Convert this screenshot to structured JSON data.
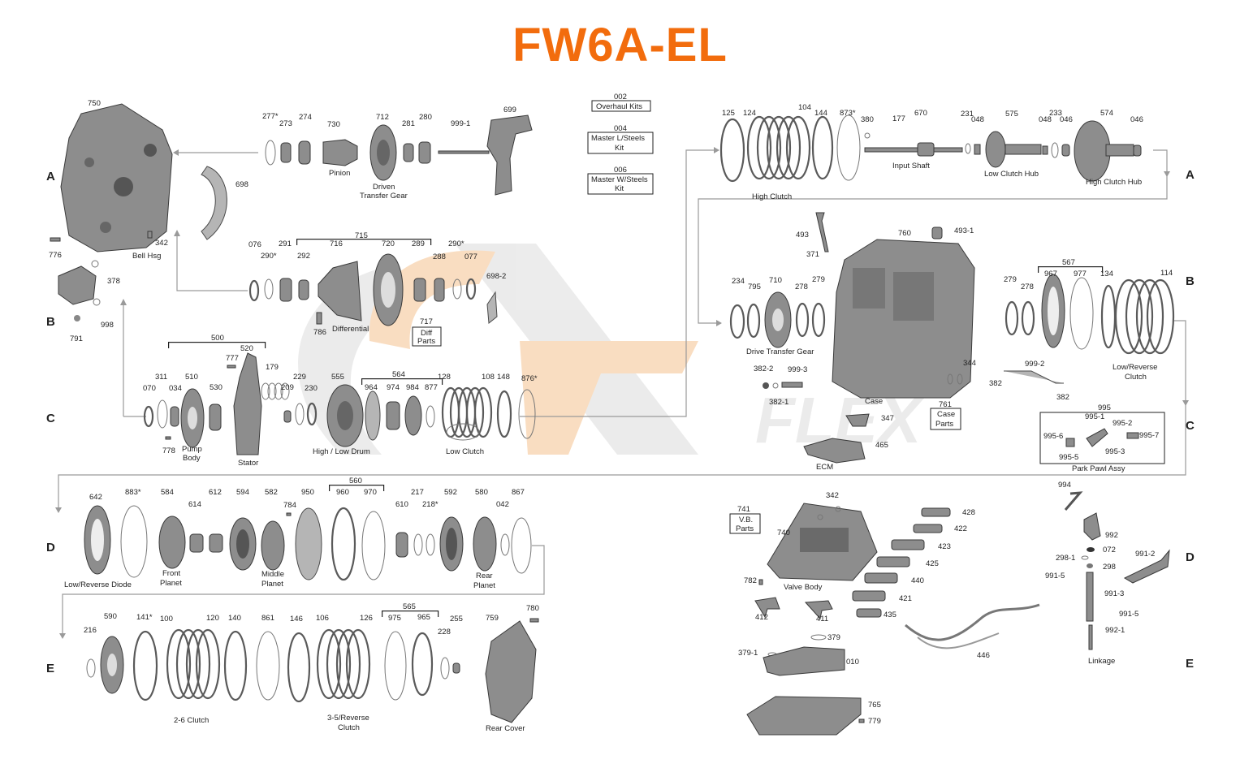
{
  "title": "FW6A-EL",
  "colors": {
    "title": "#f26c0d",
    "watermark_orange": "#f0a050",
    "watermark_gray": "#c8c8c8",
    "parts": "#8d8d8d",
    "flow_lines": "#9a9a9a"
  },
  "sections": [
    "A",
    "B",
    "C",
    "D",
    "E"
  ],
  "kits": [
    {
      "num": "002",
      "label": "Overhaul Kits"
    },
    {
      "num": "004",
      "label_line1": "Master L/Steels",
      "label_line2": "Kit"
    },
    {
      "num": "006",
      "label_line1": "Master W/Steels",
      "label_line2": "Kit"
    }
  ],
  "boxed_labels": {
    "diff_parts": {
      "num": "717",
      "line1": "Diff",
      "line2": "Parts"
    },
    "case_parts": {
      "num": "761",
      "line1": "Case",
      "line2": "Parts"
    },
    "vb_parts": {
      "num": "741",
      "line1": "V.B.",
      "line2": "Parts"
    },
    "park_pawl": {
      "num": "995",
      "label": "Park Pawl Assy",
      "items": [
        "995-1",
        "995-2",
        "995-3",
        "995-5",
        "995-6",
        "995-7"
      ]
    }
  },
  "group_labels": {
    "pinion": "Pinion",
    "driven_transfer_gear_1": "Driven",
    "driven_transfer_gear_2": "Transfer Gear",
    "bell_hsg": "Bell Hsg",
    "differential": "Differential",
    "pump_body_1": "Pump",
    "pump_body_2": "Body",
    "stator": "Stator",
    "high_low_drum": "High / Low Drum",
    "low_clutch": "Low Clutch",
    "high_clutch": "High Clutch",
    "input_shaft": "Input Shaft",
    "low_clutch_hub": "Low Clutch Hub",
    "high_clutch_hub": "High Clutch Hub",
    "drive_transfer_gear": "Drive Transfer Gear",
    "case": "Case",
    "ecm": "ECM",
    "low_reverse_clutch_1": "Low/Reverse",
    "low_reverse_clutch_2": "Clutch",
    "low_reverse_diode": "Low/Reverse Diode",
    "front_planet_1": "Front",
    "front_planet_2": "Planet",
    "middle_planet_1": "Middle",
    "middle_planet_2": "Planet",
    "rear_planet_1": "Rear",
    "rear_planet_2": "Planet",
    "valve_body": "Valve Body",
    "linkage": "Linkage",
    "clutch_2_6": "2-6 Clutch",
    "clutch_3_5_rev_1": "3-5/Reverse",
    "clutch_3_5_rev_2": "Clutch",
    "rear_cover": "Rear Cover"
  },
  "bracket_numbers": {
    "b715": "715",
    "b500": "500",
    "b564": "564",
    "b567": "567",
    "b560": "560",
    "b565": "565"
  },
  "part_numbers": {
    "row_a_left": [
      "750",
      "277*",
      "273",
      "274",
      "730",
      "712",
      "281",
      "280",
      "999-1",
      "699",
      "698",
      "342",
      "776"
    ],
    "row_b_left": [
      "378",
      "998",
      "791",
      "076",
      "290*",
      "291",
      "292",
      "716",
      "720",
      "289",
      "288",
      "290*",
      "077",
      "698-2",
      "786"
    ],
    "row_c_left": [
      "070",
      "311",
      "034",
      "510",
      "530",
      "778",
      "777",
      "520",
      "179",
      "209",
      "229",
      "230",
      "555",
      "964",
      "974",
      "984",
      "877",
      "128",
      "108",
      "148",
      "876*"
    ],
    "row_a_right": [
      "125",
      "124",
      "104",
      "144",
      "873*",
      "380",
      "177",
      "670",
      "231",
      "048",
      "575",
      "048",
      "233",
      "046",
      "574",
      "046"
    ],
    "row_b_right": [
      "493",
      "371",
      "760",
      "493-1",
      "234",
      "795",
      "710",
      "278",
      "279",
      "382-2",
      "999-3",
      "382-1",
      "344",
      "347",
      "465",
      "279",
      "278",
      "967",
      "977",
      "134",
      "114",
      "999-2",
      "382",
      "382"
    ],
    "row_d": [
      "642",
      "883*",
      "584",
      "614",
      "612",
      "594",
      "582",
      "784",
      "950",
      "960",
      "970",
      "610",
      "217",
      "218*",
      "592",
      "580",
      "042",
      "867"
    ],
    "row_e": [
      "216",
      "590",
      "141*",
      "100",
      "120",
      "140",
      "861",
      "146",
      "106",
      "126",
      "975",
      "965",
      "228",
      "255",
      "780",
      "759"
    ],
    "valve_body": [
      "342",
      "740",
      "428",
      "422",
      "423",
      "425",
      "440",
      "421",
      "782",
      "412",
      "411",
      "435",
      "379",
      "379-1",
      "010",
      "765",
      "779",
      "446"
    ],
    "linkage": [
      "994",
      "992",
      "072",
      "298-1",
      "298",
      "991-2",
      "991-5",
      "991-3",
      "991-5",
      "992-1"
    ]
  },
  "watermark_text": "FLEX"
}
